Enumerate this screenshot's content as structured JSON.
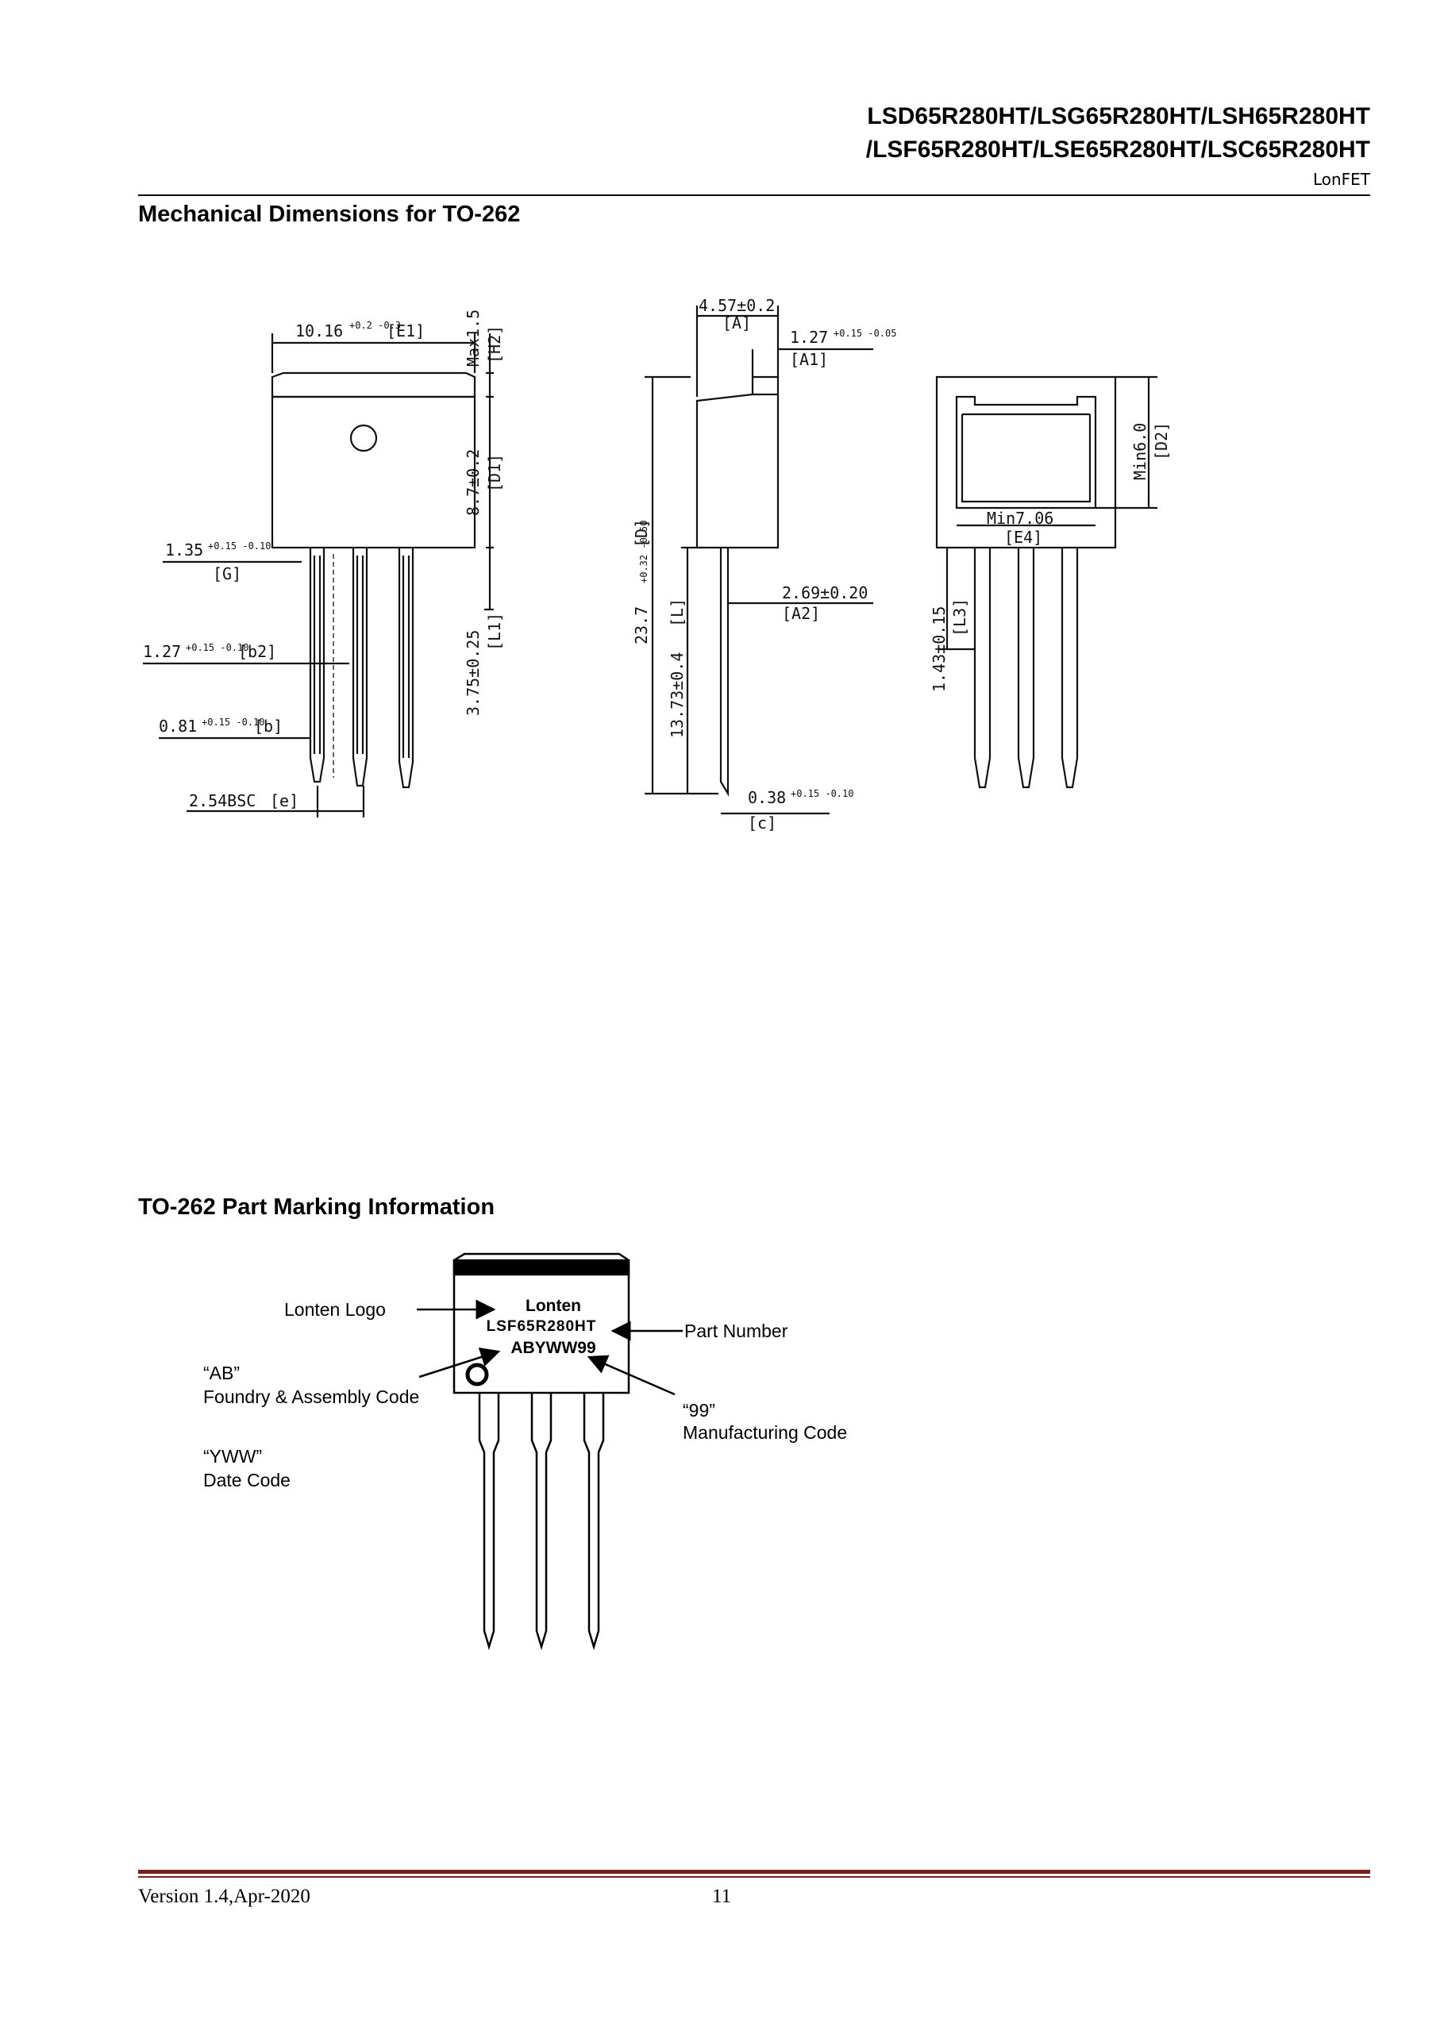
{
  "header": {
    "line1": "LSD65R280HT/LSG65R280HT/LSH65R280HT",
    "line2": "/LSF65R280HT/LSE65R280HT/LSC65R280HT",
    "brand": "LonFET"
  },
  "sections": {
    "mechanical_title": "Mechanical Dimensions for TO-262",
    "marking_title": "TO-262 Part Marking Information"
  },
  "dimensions": {
    "E1": "10.16",
    "E1_tol": "+0.2 -0.3",
    "E1_code": "[E1]",
    "H2": "Max1.5",
    "H2_code": "[H2]",
    "D1": "8.7±0.2",
    "D1_code": "[D1]",
    "G": "1.35",
    "G_tol": "+0.15 -0.10",
    "G_code": "[G]",
    "b2": "1.27",
    "b2_tol": "+0.15 -0.10",
    "b2_code": "[b2]",
    "b": "0.81",
    "b_tol": "+0.15 -0.10",
    "b_code": "[b]",
    "L1": "3.75±0.25",
    "L1_code": "[L1]",
    "e": "2.54BSC",
    "e_code": "[e]",
    "A": "4.57±0.2",
    "A_code": "[A]",
    "A1": "1.27",
    "A1_tol": "+0.15 -0.05",
    "A1_code": "[A1]",
    "D": "23.7",
    "D_tol": "+0.32 -0.50",
    "D_code": "[D]",
    "L": "13.73±0.4",
    "L_code": "[L]",
    "A2": "2.69±0.20",
    "A2_code": "[A2]",
    "c": "0.38",
    "c_tol": "+0.15 -0.10",
    "c_code": "[c]",
    "D2": "Min6.0",
    "D2_code": "[D2]",
    "E4": "Min7.06",
    "E4_code": "[E4]",
    "L3": "1.43±0.15",
    "L3_code": "[L3]"
  },
  "marking": {
    "chip_line1": "Lonten",
    "chip_line2": "LSF65R280HT",
    "chip_line3": "ABYWW99",
    "logo_label": "Lonten Logo",
    "part_label": "Part Number",
    "ab_code": "“AB”",
    "ab_desc": "Foundry & Assembly Code",
    "yww_code": "“YWW”",
    "yww_desc": "Date Code",
    "mfg_code": "“99”",
    "mfg_desc": "Manufacturing Code"
  },
  "footer": {
    "version": "Version 1.4,Apr-2020",
    "page": "11",
    "rule_color": "#7a1e1e"
  }
}
